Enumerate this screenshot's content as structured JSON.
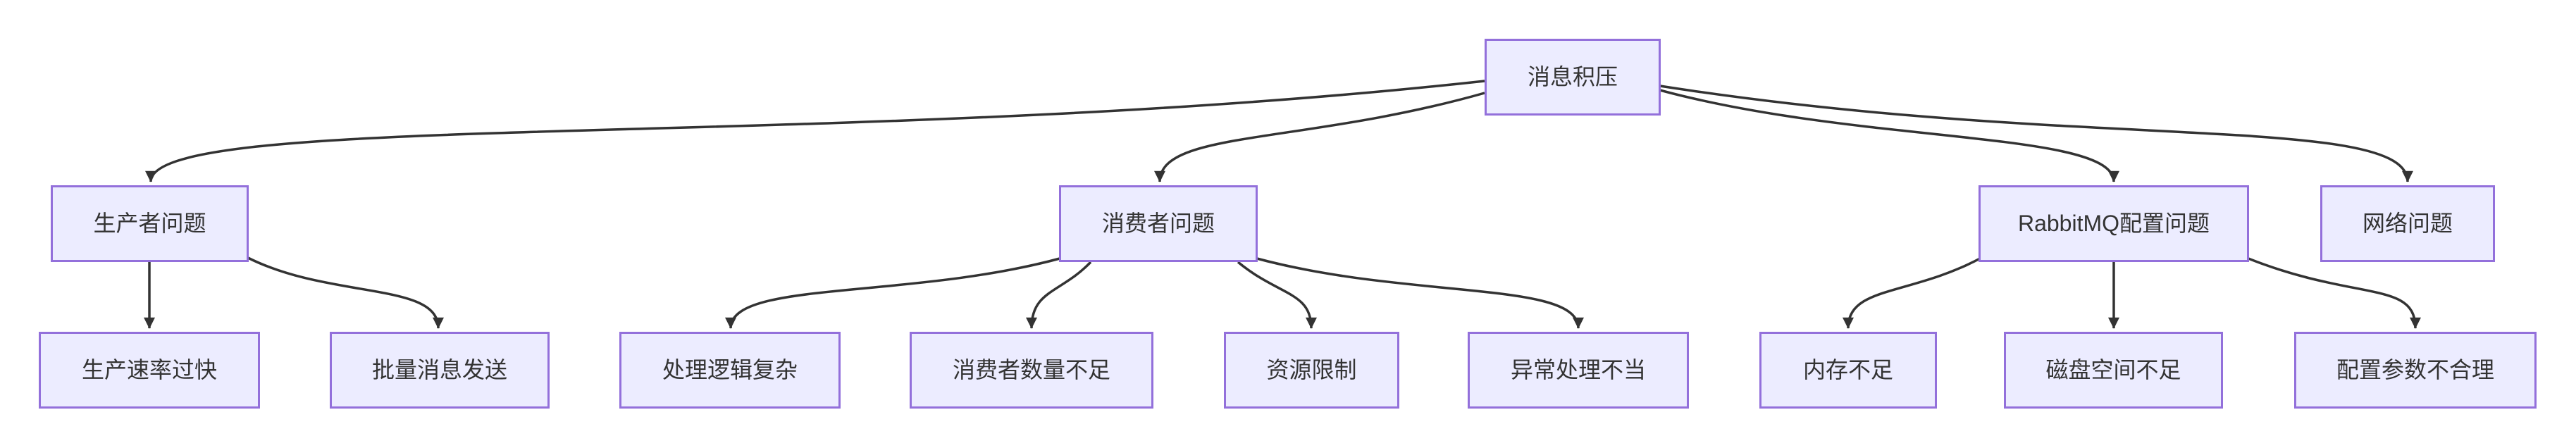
{
  "diagram": {
    "kind": "flowchart",
    "direction": "top-down",
    "colors": {
      "node_fill": "#ECECFF",
      "node_border": "#9370DB",
      "node_text": "#333333",
      "edge": "#333333",
      "background": "#FFFFFF"
    },
    "nodes": [
      {
        "id": "root",
        "label": "消息积压"
      },
      {
        "id": "producer",
        "label": "生产者问题"
      },
      {
        "id": "consumer",
        "label": "消费者问题"
      },
      {
        "id": "rabbitmq-config",
        "label": "RabbitMQ配置问题"
      },
      {
        "id": "network",
        "label": "网络问题"
      },
      {
        "id": "produce-rate",
        "label": "生产速率过快"
      },
      {
        "id": "batch-send",
        "label": "批量消息发送"
      },
      {
        "id": "logic-complex",
        "label": "处理逻辑复杂"
      },
      {
        "id": "consumer-count",
        "label": "消费者数量不足"
      },
      {
        "id": "resource-limit",
        "label": "资源限制"
      },
      {
        "id": "exception-handling",
        "label": "异常处理不当"
      },
      {
        "id": "memory",
        "label": "内存不足"
      },
      {
        "id": "disk-space",
        "label": "磁盘空间不足"
      },
      {
        "id": "config-params",
        "label": "配置参数不合理"
      }
    ],
    "edges": [
      {
        "from": "root",
        "to": "producer"
      },
      {
        "from": "root",
        "to": "consumer"
      },
      {
        "from": "root",
        "to": "rabbitmq-config"
      },
      {
        "from": "root",
        "to": "network"
      },
      {
        "from": "producer",
        "to": "produce-rate"
      },
      {
        "from": "producer",
        "to": "batch-send"
      },
      {
        "from": "consumer",
        "to": "logic-complex"
      },
      {
        "from": "consumer",
        "to": "consumer-count"
      },
      {
        "from": "consumer",
        "to": "resource-limit"
      },
      {
        "from": "consumer",
        "to": "exception-handling"
      },
      {
        "from": "rabbitmq-config",
        "to": "memory"
      },
      {
        "from": "rabbitmq-config",
        "to": "disk-space"
      },
      {
        "from": "rabbitmq-config",
        "to": "config-params"
      }
    ]
  }
}
